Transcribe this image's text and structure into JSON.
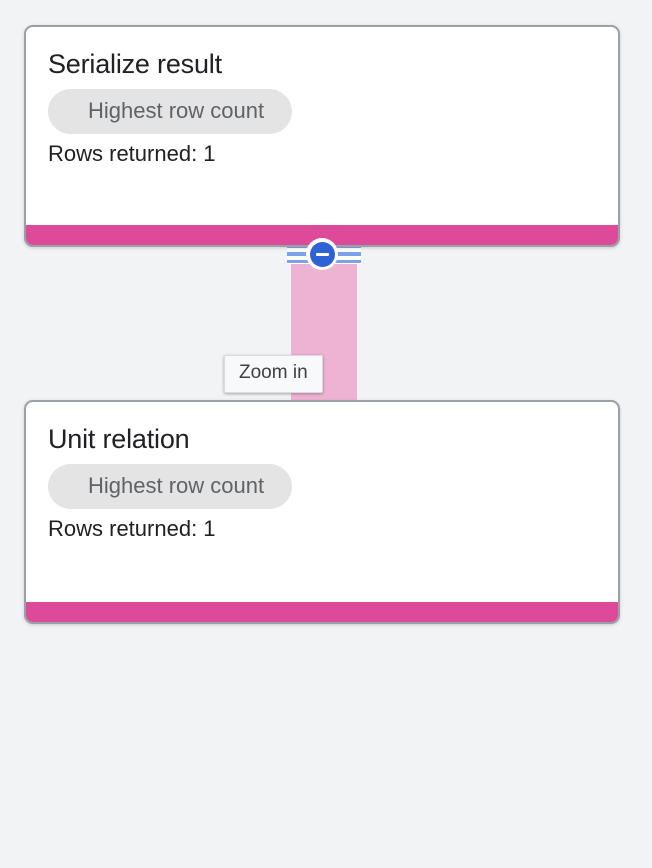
{
  "theme": {
    "background": "#f1f3f4",
    "card_background": "#ffffff",
    "card_border": "#9aa0a6",
    "accent_pink": "#dd4a99",
    "connector_pink": "#eeb2d3",
    "toggle_blue": "#2f63d4",
    "rail_blue": "#7ba2e8",
    "chip_background": "#e4e4e4",
    "chip_text": "#5f6368",
    "title_text": "#202124",
    "tooltip_background": "#f8f9fa",
    "tooltip_border": "#dadce0"
  },
  "nodes": [
    {
      "title": "Serialize result",
      "chip": "Highest row count",
      "rows_returned": "Rows returned: 1"
    },
    {
      "title": "Unit relation",
      "chip": "Highest row count",
      "rows_returned": "Rows returned: 1"
    }
  ],
  "connector": {
    "toggle_icon": "minus-circle-icon",
    "tooltip": "Zoom in"
  }
}
